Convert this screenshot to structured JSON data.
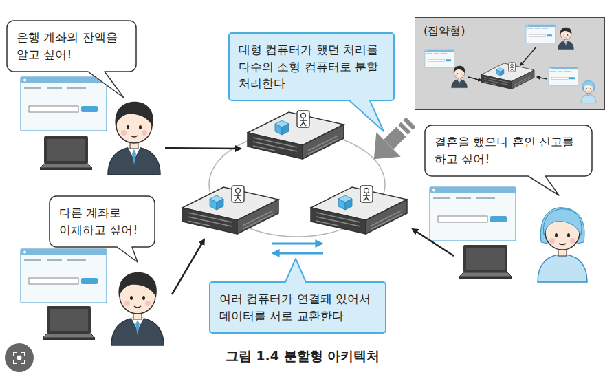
{
  "diagram": {
    "caption": "그림 1.4 분할형 아키텍처",
    "nodes": [
      {
        "text": [
          "은행 계좌의 잔액을 알고 싶어!"
        ]
      },
      {
        "text": [
          "대형 컴퓨터가 했던 처리를 다수의 소형 컴퓨터로 분할 처리한다"
        ]
      },
      {
        "text": [
          "(집약형)"
        ]
      },
      {
        "text": [
          "결혼을 했으니 혼인 신고를 하고 싶어!"
        ]
      },
      {
        "text": [
          "다른 계좌로 이체하고 싶어!"
        ]
      },
      {
        "text": [
          "여러 컴퓨터가 연결돼 있어서 데이터를 서로 교환한다"
        ]
      }
    ]
  }
}
